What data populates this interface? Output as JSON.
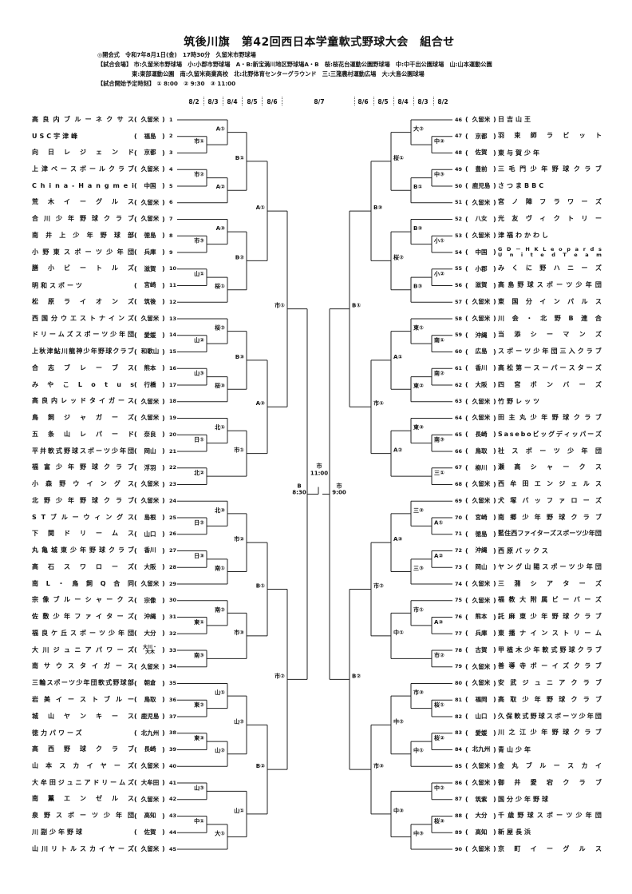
{
  "title": "筑後川旗　第42回西日本学童軟式野球大会　組合せ",
  "info": [
    "◎開会式　令和7年8月1日(金)　17時30分　久留米市野球場",
    "【試合会場】 市:久留米市野球場　小:小郡市野球場　A・B:新宝満川地区野球場A・B　桜:桜花台運動公園野球場　中:中干出公園球場　山:山本運動公園",
    "　　　　　　東:東部運動公園　南:久留米商業高校　北:北野体育センターグラウンド　三:三潴農村運動広場　大:大島公園球場",
    "【試合開始予定時刻】 ① 8:00　② 9:30　③ 11:00"
  ],
  "dates": {
    "left": [
      "8/2",
      "8/3",
      "8/4",
      "8/5",
      "8/6"
    ],
    "center": "8/7",
    "right": [
      "8/6",
      "8/5",
      "8/4",
      "8/3",
      "8/2"
    ]
  },
  "teams_left": [
    {
      "no": 1,
      "name": "高良内ブルーネクサス",
      "pref": "久留米"
    },
    {
      "no": 2,
      "name": "USC宇津峰",
      "pref": "福島"
    },
    {
      "no": 3,
      "name": "向日レジェンド",
      "pref": "京都"
    },
    {
      "no": 4,
      "name": "上津ベースボールクラブ",
      "pref": "久留米"
    },
    {
      "no": 5,
      "name": "China-Hangmei",
      "pref": "中国"
    },
    {
      "no": 6,
      "name": "荒木イーグルス",
      "pref": "久留米"
    },
    {
      "no": 7,
      "name": "合川少年野球クラブ",
      "pref": "久留米"
    },
    {
      "no": 8,
      "name": "南井上少年野球部",
      "pref": "徳島"
    },
    {
      "no": 9,
      "name": "小野東スポーツ少年団",
      "pref": "兵庫"
    },
    {
      "no": 10,
      "name": "膳小ビートルズ",
      "pref": "滋賀"
    },
    {
      "no": 11,
      "name": "明和スポーツ",
      "pref": "宮崎"
    },
    {
      "no": 12,
      "name": "松原ライオンズ",
      "pref": "筑後"
    },
    {
      "no": 13,
      "name": "西国分ウエストナインズ",
      "pref": "久留米"
    },
    {
      "no": 14,
      "name": "ドリームズスポーツ少年団",
      "pref": "愛媛"
    },
    {
      "no": 15,
      "name": "上秋津鮎川龍神少年野球クラブ",
      "pref": "和歌山"
    },
    {
      "no": 16,
      "name": "合志ブレーブス",
      "pref": "熊本"
    },
    {
      "no": 17,
      "name": "みやこLotus",
      "pref": "行橋"
    },
    {
      "no": 18,
      "name": "高良内レッドタイガース",
      "pref": "久留米"
    },
    {
      "no": 19,
      "name": "鳥飼ジャガーズ",
      "pref": "久留米"
    },
    {
      "no": 20,
      "name": "五条山レパード",
      "pref": "奈良"
    },
    {
      "no": 21,
      "name": "平井軟式野球スポーツ少年団",
      "pref": "岡山"
    },
    {
      "no": 22,
      "name": "福富少年野球クラブ",
      "pref": "浮羽"
    },
    {
      "no": 23,
      "name": "小森野ウイングス",
      "pref": "久留米"
    },
    {
      "no": 24,
      "name": "北野少年野球クラブ",
      "pref": "久留米"
    },
    {
      "no": 25,
      "name": "STブルーウィングス",
      "pref": "島根"
    },
    {
      "no": 26,
      "name": "下関ドリームス",
      "pref": "山口"
    },
    {
      "no": 27,
      "name": "丸亀城東少年野球クラブ",
      "pref": "香川"
    },
    {
      "no": 28,
      "name": "高石スワローズ",
      "pref": "大阪"
    },
    {
      "no": 29,
      "name": "南L・鳥飼Q合同",
      "pref": "久留米"
    },
    {
      "no": 30,
      "name": "宗像ブルーシャークス",
      "pref": "宗像"
    },
    {
      "no": 31,
      "name": "佐敷少年ファイターズ",
      "pref": "沖縄"
    },
    {
      "no": 32,
      "name": "福良ケ丘スポーツ少年団",
      "pref": "大分"
    },
    {
      "no": 33,
      "name": "大川ジュニアパワーズ",
      "pref": "大川・\n大木"
    },
    {
      "no": 34,
      "name": "南サウスタイガース",
      "pref": "久留米"
    },
    {
      "no": 35,
      "name": "三輪スポーツ少年団軟式野球部",
      "pref": "朝倉"
    },
    {
      "no": 36,
      "name": "岩美イーストブルー",
      "pref": "鳥取"
    },
    {
      "no": 37,
      "name": "城山ヤンキース",
      "pref": "鹿児島"
    },
    {
      "no": 38,
      "name": "徳力パワーズ",
      "pref": "北九州"
    },
    {
      "no": 39,
      "name": "高西野球クラブ",
      "pref": "長崎"
    },
    {
      "no": 40,
      "name": "山本スカイヤーズ",
      "pref": "久留米"
    },
    {
      "no": 41,
      "name": "大牟田ジュニアドリームズ",
      "pref": "大牟田"
    },
    {
      "no": 42,
      "name": "南薫エンゼルス",
      "pref": "久留米"
    },
    {
      "no": 43,
      "name": "泉野スポーツ少年団",
      "pref": "高知"
    },
    {
      "no": 44,
      "name": "川副少年野球",
      "pref": "佐賀"
    },
    {
      "no": 45,
      "name": "山川リトルスカイヤーズ",
      "pref": "久留米"
    }
  ],
  "teams_right": [
    {
      "no": 46,
      "name": "日吉山王",
      "pref": "久留米"
    },
    {
      "no": 47,
      "name": "羽束師ラビット",
      "pref": "京都"
    },
    {
      "no": 48,
      "name": "東与賀少年",
      "pref": "佐賀"
    },
    {
      "no": 49,
      "name": "三毛門少年野球クラブ",
      "pref": "豊前"
    },
    {
      "no": 50,
      "name": "さつまBBC",
      "pref": "鹿児島"
    },
    {
      "no": 51,
      "name": "宮ノ陣フラワーズ",
      "pref": "久留米"
    },
    {
      "no": 52,
      "name": "光友ヴィクトリー",
      "pref": "八女"
    },
    {
      "no": 53,
      "name": "津福わかわし",
      "pref": "久留米"
    },
    {
      "no": 54,
      "name": "GD－HKLeopards\nUnitedTeam",
      "pref": "中国"
    },
    {
      "no": 55,
      "name": "みくに野ハニーズ",
      "pref": "小郡"
    },
    {
      "no": 56,
      "name": "高島野球スポーツ少年団",
      "pref": "滋賀"
    },
    {
      "no": 57,
      "name": "東国分インパルス",
      "pref": "久留米"
    },
    {
      "no": 58,
      "name": "川会・北野B連合",
      "pref": "久留米"
    },
    {
      "no": 59,
      "name": "当添シーマンズ",
      "pref": "沖縄"
    },
    {
      "no": 60,
      "name": "スポーツ少年団三入クラブ",
      "pref": "広島"
    },
    {
      "no": 61,
      "name": "高松第一スーパースターズ",
      "pref": "香川"
    },
    {
      "no": 62,
      "name": "四宮ボンバーズ",
      "pref": "大阪"
    },
    {
      "no": 63,
      "name": "竹野レッツ",
      "pref": "久留米"
    },
    {
      "no": 64,
      "name": "田主丸少年野球クラブ",
      "pref": "久留米"
    },
    {
      "no": 65,
      "name": "Saseboビッグディッパーズ",
      "pref": "長崎"
    },
    {
      "no": 66,
      "name": "社スポーツ少年団",
      "pref": "鳥取"
    },
    {
      "no": 67,
      "name": "瀬高シャークス",
      "pref": "柳川"
    },
    {
      "no": 68,
      "name": "西牟田エンジェルス",
      "pref": "久留米"
    },
    {
      "no": 69,
      "name": "犬塚バッファローズ",
      "pref": "久留米"
    },
    {
      "no": 70,
      "name": "南郷少年野球クラブ",
      "pref": "宮崎"
    },
    {
      "no": 71,
      "name": "藍住西ファイターズスポーツ少年団",
      "pref": "徳島"
    },
    {
      "no": 72,
      "name": "西原バックス",
      "pref": "沖縄"
    },
    {
      "no": 73,
      "name": "ヤング山陽スポーツ少年団",
      "pref": "岡山"
    },
    {
      "no": 74,
      "name": "三潴シアターズ",
      "pref": "久留米"
    },
    {
      "no": 75,
      "name": "福教大附属ビーバーズ",
      "pref": "久留米"
    },
    {
      "no": 76,
      "name": "託麻東少年野球クラブ",
      "pref": "熊本"
    },
    {
      "no": 77,
      "name": "東播ナインストリーム",
      "pref": "兵庫"
    },
    {
      "no": 78,
      "name": "甲植木少年軟式野球クラブ",
      "pref": "古賀"
    },
    {
      "no": 79,
      "name": "善導寺ボーイズクラブ",
      "pref": "久留米"
    },
    {
      "no": 80,
      "name": "安武ジュニアクラブ",
      "pref": "久留米"
    },
    {
      "no": 81,
      "name": "高取少年野球クラブ",
      "pref": "福岡"
    },
    {
      "no": 82,
      "name": "久保軟式野球スポーツ少年団",
      "pref": "山口"
    },
    {
      "no": 83,
      "name": "川之江少年野球クラブ",
      "pref": "愛媛"
    },
    {
      "no": 84,
      "name": "青山少年",
      "pref": "北九州"
    },
    {
      "no": 85,
      "name": "金丸ブルースカイ",
      "pref": "久留米"
    },
    {
      "no": 86,
      "name": "御井愛宕クラブ",
      "pref": "久留米"
    },
    {
      "no": 87,
      "name": "国分少年野球",
      "pref": "筑紫"
    },
    {
      "no": 88,
      "name": "千歳野球スポーツ少年団",
      "pref": "大分"
    },
    {
      "no": 89,
      "name": "新屋長浜",
      "pref": "高知"
    },
    {
      "no": 90,
      "name": "京町イーグルス",
      "pref": "久留米"
    }
  ],
  "bracket": {
    "final": {
      "label": "市",
      "time": "11:00"
    },
    "left": {
      "label": "B",
      "time": "8:30",
      "children": [
        [
          "市①",
          [
            "A①",
            [
              "B①",
              [
                "A①",
                1,
                [
                  "市①",
                  2,
                  3
                ]
              ],
              [
                "A②",
                [
                  "市②",
                  4,
                  5
                ],
                6
              ]
            ],
            [
              "B②",
              [
                "A③",
                7,
                [
                  "市③",
                  8,
                  9
                ]
              ],
              [
                "桜①",
                [
                  "山①",
                  10,
                  11
                ],
                12
              ]
            ]
          ],
          [
            "A②",
            [
              "B③",
              [
                "桜②",
                13,
                [
                  "山②",
                  14,
                  15
                ]
              ],
              [
                "桜③",
                [
                  "山③",
                  16,
                  17
                ],
                18
              ]
            ],
            [
              "市①",
              [
                "北①",
                19,
                [
                  "日①",
                  20,
                  21
                ]
              ],
              [
                "北②",
                22,
                23
              ]
            ]
          ]
        ],
        [
          "市②",
          [
            "B①",
            [
              "市②",
              [
                "北③",
                24,
                [
                  "日②",
                  25,
                  26
                ]
              ],
              [
                "南①",
                [
                  "日③",
                  27,
                  28
                ],
                29
              ]
            ],
            [
              "市③",
              [
                "南②",
                30,
                [
                  "東①",
                  31,
                  32
                ]
              ],
              [
                "南③",
                33,
                34
              ]
            ]
          ],
          [
            "B②",
            [
              "山②",
              [
                "山①",
                35,
                [
                  "東②",
                  36,
                  37
                ]
              ],
              [
                "山②",
                [
                  "東③",
                  38,
                  39
                ],
                40
              ]
            ],
            [
              "山①",
              [
                "山③",
                41,
                42
              ],
              [
                "大①",
                [
                  "中①",
                  43,
                  44
                ],
                45
              ]
            ]
          ]
        ]
      ]
    },
    "right": {
      "label": "市",
      "time": "9:00",
      "children": [
        [
          "B①",
          [
            "B③",
            [
              "桜①",
              [
                "大②",
                46,
                [
                  "中②",
                  47,
                  48
                ]
              ],
              [
                "B①",
                [
                  "中③",
                  49,
                  50
                ],
                51
              ]
            ],
            [
              "桜②",
              [
                "B②",
                52,
                [
                  "小①",
                  53,
                  54
                ]
              ],
              [
                "B③",
                [
                  "小②",
                  55,
                  56
                ],
                57
              ]
            ]
          ],
          [
            "市①",
            [
              "A①",
              [
                "東①",
                58,
                [
                  "南①",
                  59,
                  60
                ]
              ],
              [
                "東②",
                [
                  "南②",
                  61,
                  62
                ],
                63
              ]
            ],
            [
              "A②",
              [
                "東③",
                64,
                [
                  "南③",
                  65,
                  66
                ]
              ],
              [
                "三①",
                67,
                68
              ]
            ]
          ]
        ],
        [
          "B②",
          [
            "市②",
            [
              "A③",
              [
                "三②",
                69,
                [
                  "A①",
                  70,
                  71
                ]
              ],
              [
                "三③",
                [
                  "A②",
                  72,
                  73
                ],
                74
              ]
            ],
            [
              "中①",
              [
                "市①",
                75,
                [
                  "A③",
                  76,
                  77
                ]
              ],
              [
                "市②",
                78,
                79
              ]
            ]
          ],
          [
            "市③",
            [
              "中②",
              [
                "市③",
                80,
                [
                  "桜①",
                  81,
                  82
                ]
              ],
              [
                "中①",
                [
                  "桜②",
                  83,
                  84
                ],
                85
              ]
            ],
            [
              "中③",
              [
                "中②",
                86,
                87
              ],
              [
                "中③",
                [
                  "桜③",
                  88,
                  89
                ],
                90
              ]
            ]
          ]
        ]
      ]
    }
  }
}
